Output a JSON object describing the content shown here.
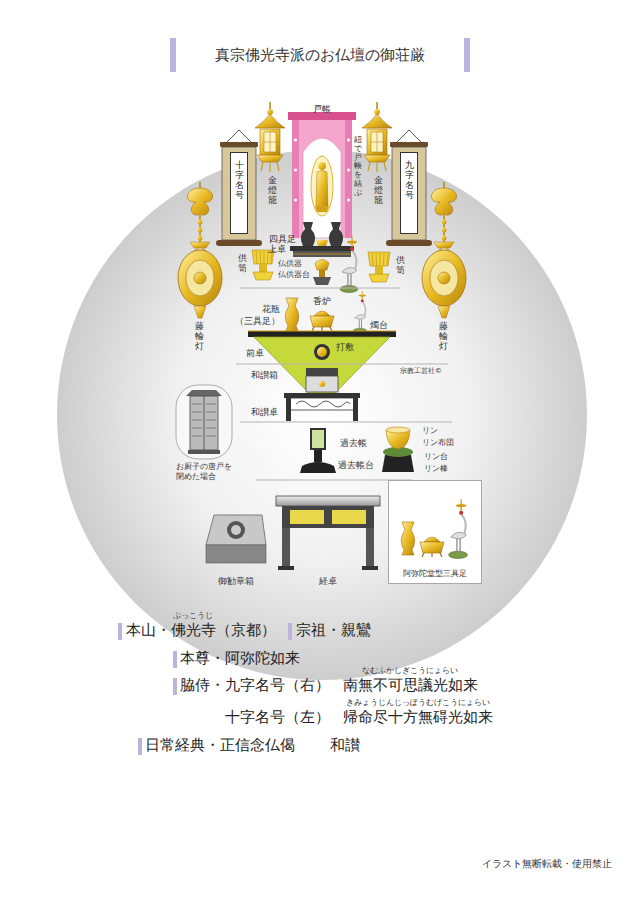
{
  "diagram": {
    "title": "真宗佛光寺派のお仏壇の御荘厳",
    "nodes": [
      {
        "text": [
          "十字名号"
        ]
      },
      {
        "text": [
          "九字名号"
        ]
      },
      {
        "text": [
          "阿弥陀堂型三具足"
        ]
      }
    ],
    "labels": [
      "戸帳",
      "金燈籠",
      "紐で戸帳を結ぶ",
      "金燈籠",
      "四具足",
      "上卓",
      "供笥",
      "仏供器",
      "仏供器台",
      "供笥",
      "藤輪灯",
      "藤輪灯",
      "香炉",
      "花瓶",
      "（三具足）",
      "燭台",
      "打敷",
      "前卓",
      "和讃箱",
      "宗教工芸社©",
      "和讃卓",
      "お厨子の唐戸を 閉めた場合",
      "過去帳",
      "リン",
      "リン布団",
      "過去帳台",
      "リン台",
      "リン棒",
      "御勧章箱",
      "経卓",
      "ぶっこうじ",
      "本山・佛光寺（京都）",
      "宗祖・親鸞",
      "本尊・阿弥陀如来",
      "なむふかしぎこうにょらい",
      "脇侍・九字名号（右）",
      "南無不可思議光如来",
      "十字名号（左）",
      "きみょうじんじっぽうむげこうにょらい",
      "帰命尽十方無碍光如来",
      "日常経典・正信念仏偈",
      "和讃",
      "イラスト無断転載・使用禁止"
    ]
  }
}
